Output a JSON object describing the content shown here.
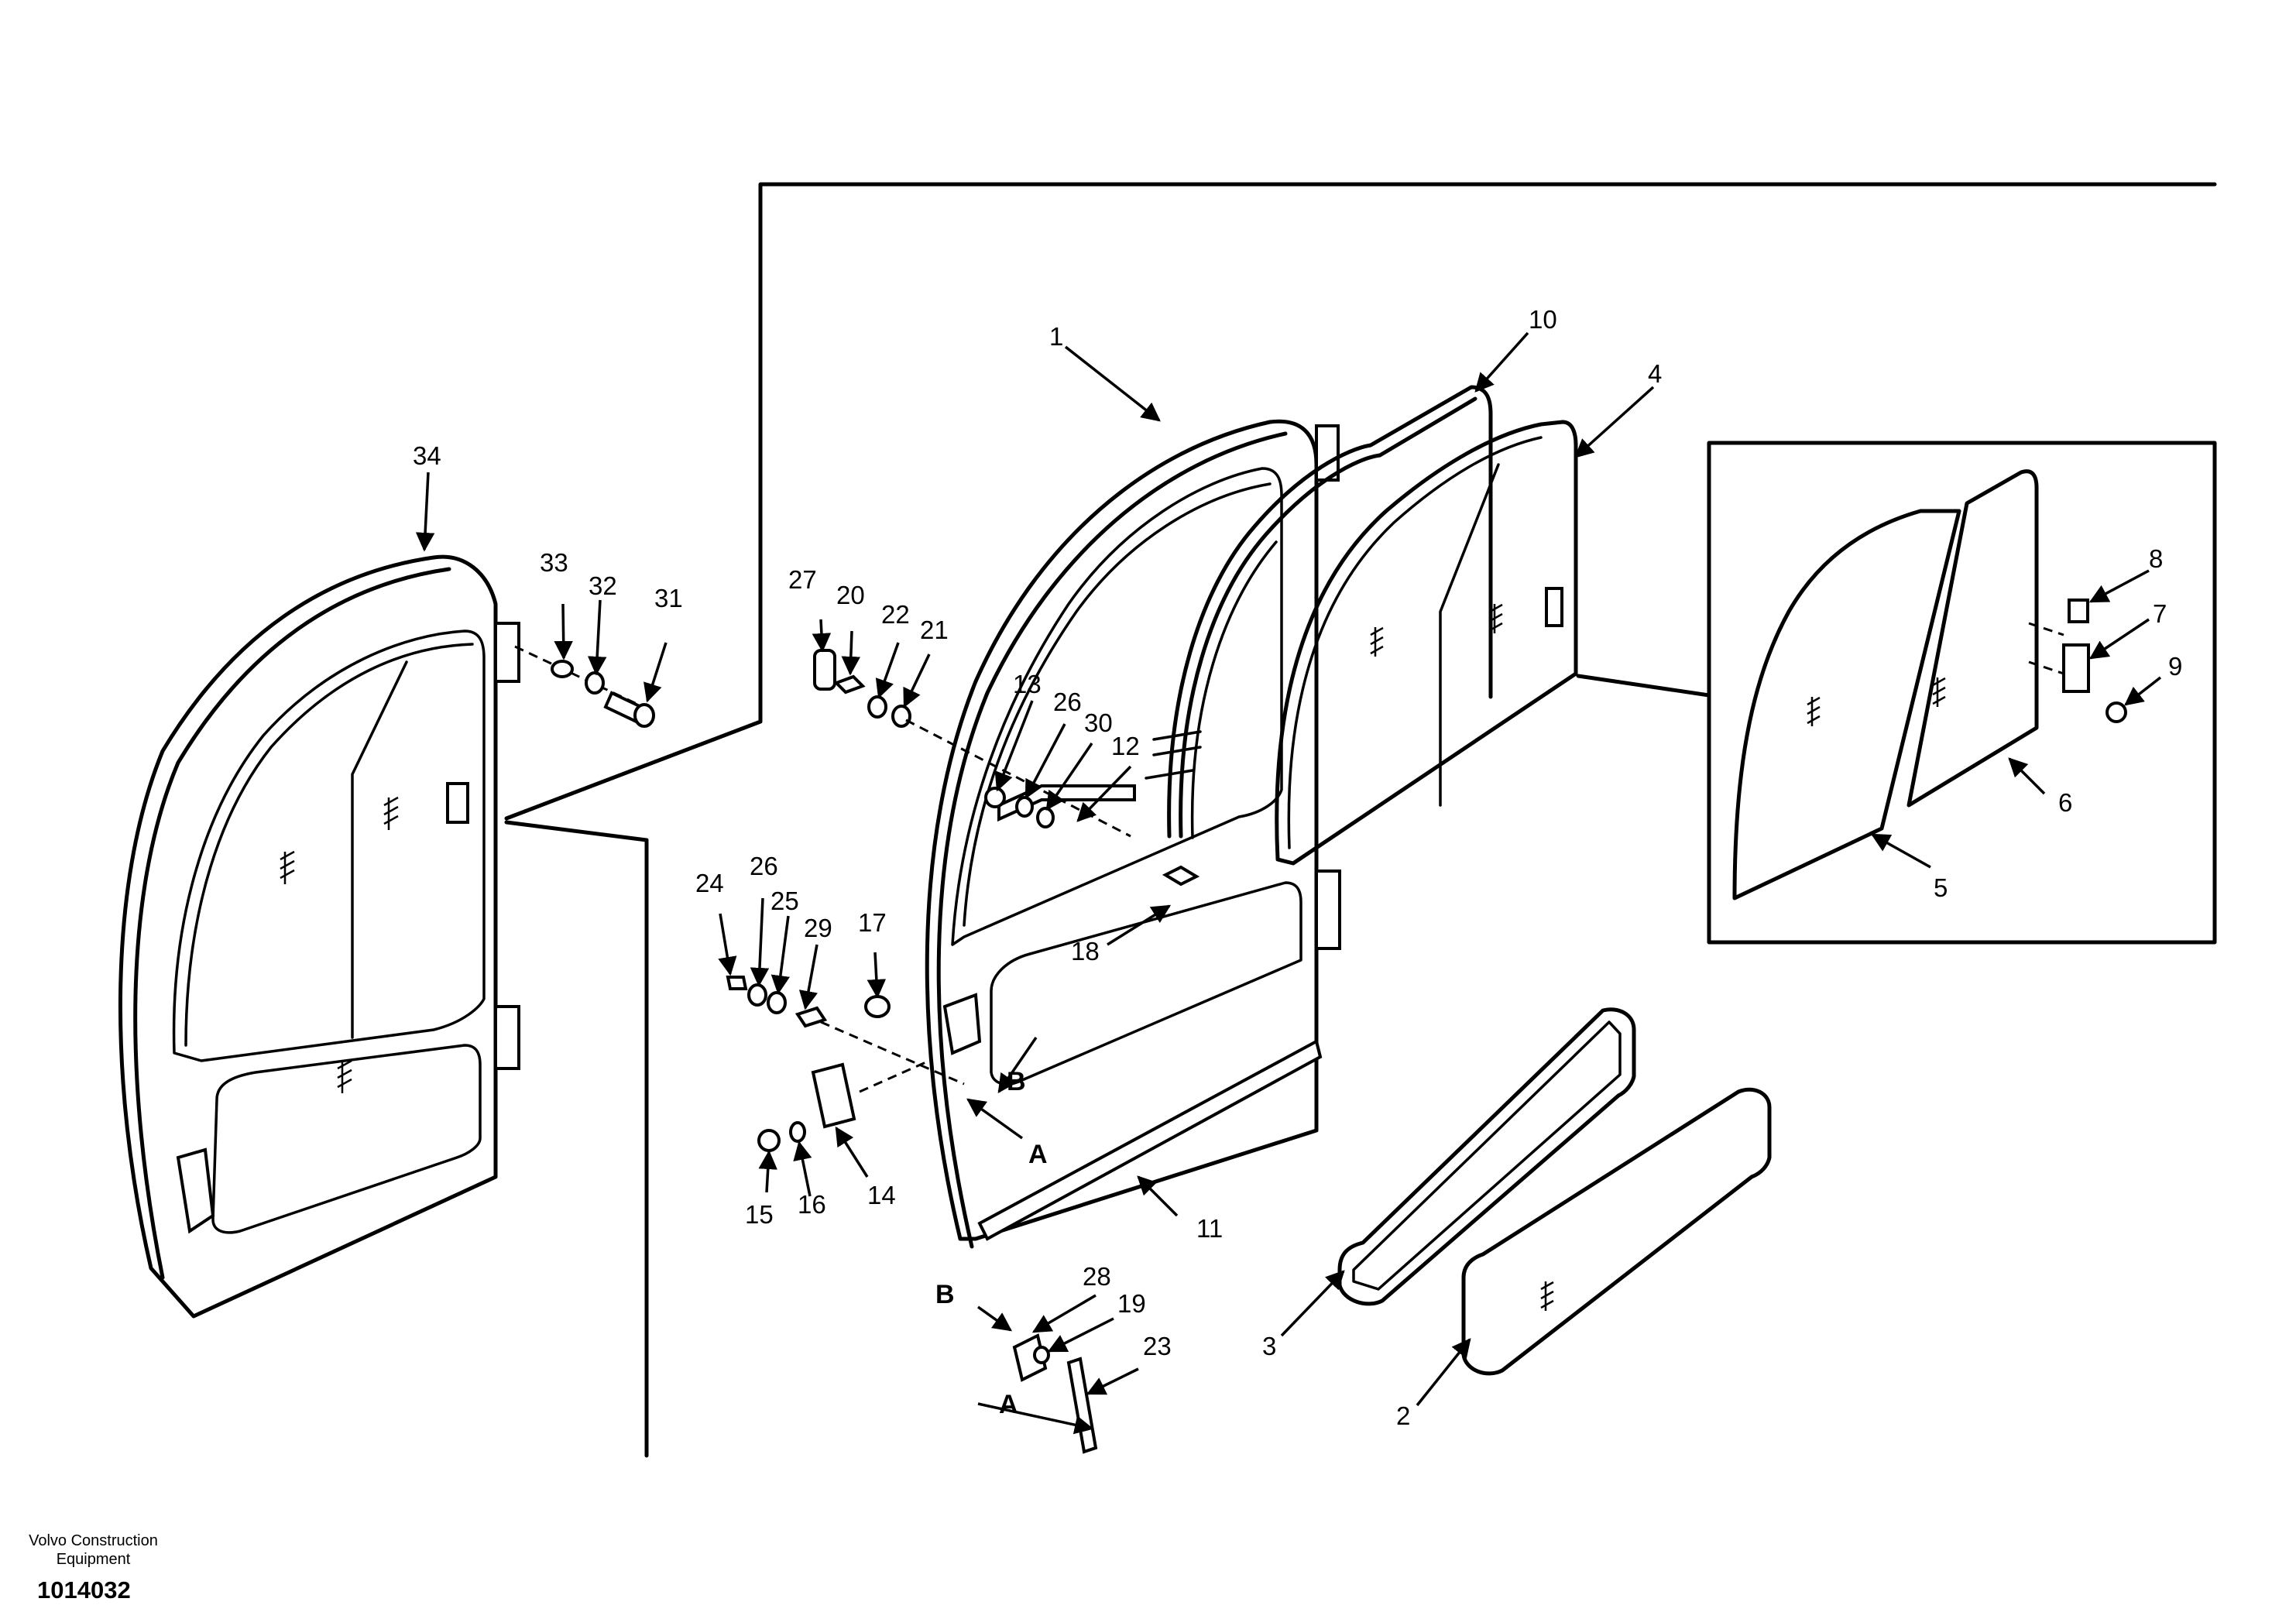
{
  "footer": {
    "brand": "Volvo Construction Equipment",
    "doc_id": "1014032"
  },
  "callouts": {
    "c1": "1",
    "c2": "2",
    "c3": "3",
    "c4": "4",
    "c5": "5",
    "c6": "6",
    "c7": "7",
    "c8": "8",
    "c9": "9",
    "c10": "10",
    "c11": "11",
    "c12": "12",
    "c13": "13",
    "c14": "14",
    "c15": "15",
    "c16": "16",
    "c17": "17",
    "c18": "18",
    "c19": "19",
    "c20": "20",
    "c21": "21",
    "c22": "22",
    "c23": "23",
    "c24": "24",
    "c25": "25",
    "c26a": "26",
    "c26b": "26",
    "c27": "27",
    "c28": "28",
    "c29": "29",
    "c30": "30",
    "c31": "31",
    "c32": "32",
    "c33": "33",
    "c34": "34"
  },
  "refs": {
    "a1": "A",
    "a2": "A",
    "b1": "B",
    "b2": "B"
  }
}
